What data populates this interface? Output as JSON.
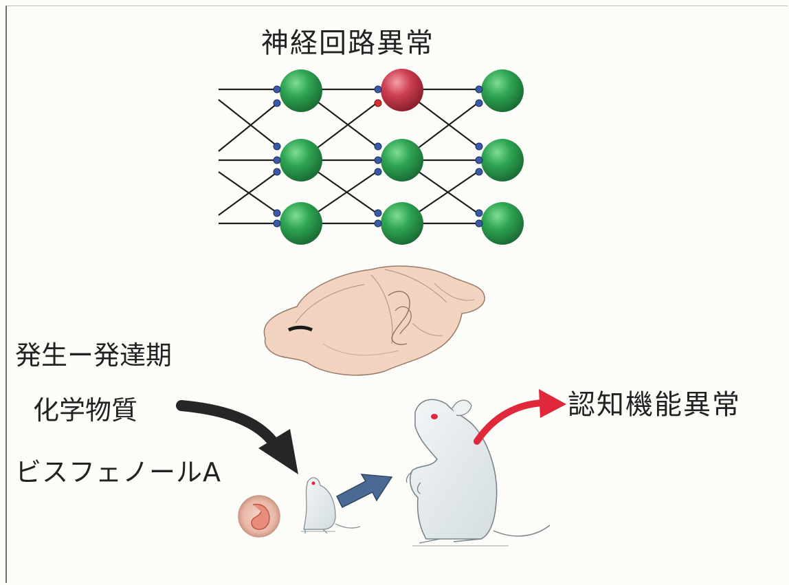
{
  "title": "神経回路異常",
  "labels": {
    "developmental_period": "発生ー発達期",
    "chemical_substance": "化学物質",
    "bisphenol_a": "ビスフェノールA",
    "cognitive_dysfunction": "認知機能異常"
  },
  "icons": {
    "network": "neural-network-icon",
    "brain": "brain-icon",
    "embryo": "embryo-icon",
    "young_mouse": "young-mouse-icon",
    "adult_mouse": "adult-mouse-icon"
  },
  "colors": {
    "normal_neuron": "#2aa050",
    "abnormal_neuron": "#c8394b",
    "synapse": "#3a5aa8",
    "abnormal_synapse": "#d83030",
    "black_arrow": "#262626",
    "blue_arrow": "#4a6a94",
    "red_arrow": "#e0283a",
    "brain": "#f2d3c0",
    "mouse": "#e6ecee"
  }
}
